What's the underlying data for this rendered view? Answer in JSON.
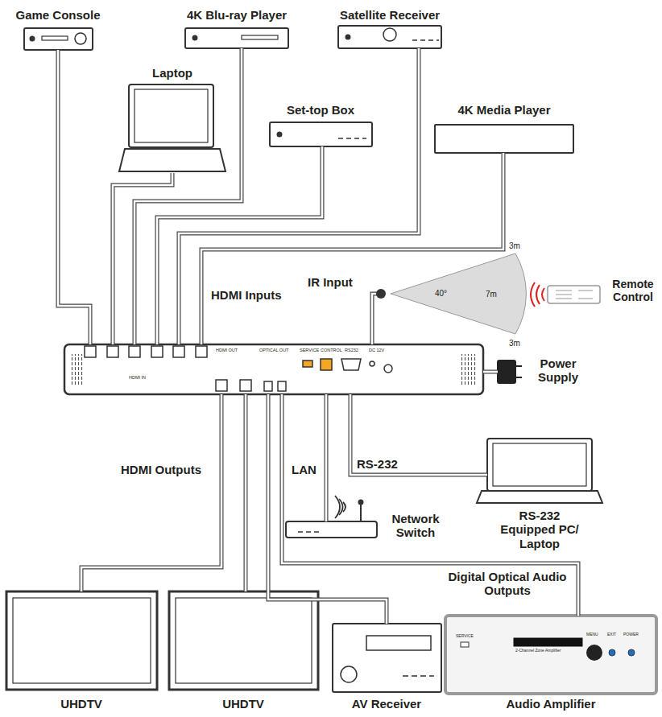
{
  "diagram": {
    "nodes": [
      {
        "text": [
          "Game Console"
        ]
      },
      {
        "text": [
          "4K Blu-ray Player"
        ]
      },
      {
        "text": [
          "Satellite Receiver"
        ]
      },
      {
        "text": [
          "Laptop"
        ]
      },
      {
        "text": [
          "Set-top Box"
        ]
      },
      {
        "text": [
          "4K Media Player"
        ]
      },
      {
        "text": [
          "HDMI IN",
          "HDMI OUT",
          "OPTICAL OUT",
          "SERVICE",
          "CONTROL",
          "RS232",
          "DC 12V"
        ]
      },
      {
        "text": [
          "Remote Control"
        ]
      },
      {
        "text": [
          "Power Supply"
        ]
      },
      {
        "text": [
          "RS-232 Equipped PC/ Laptop"
        ]
      },
      {
        "text": [
          "Network Switch"
        ]
      },
      {
        "text": [
          "UHDTV"
        ]
      },
      {
        "text": [
          "UHDTV"
        ]
      },
      {
        "text": [
          "AV Receiver"
        ]
      },
      {
        "text": [
          "Audio Amplifier",
          "SERVICE",
          "2-Channel Zone Amplifier",
          "MENU",
          "EXIT",
          "POWER"
        ]
      }
    ],
    "edges": [
      {
        "from": 0,
        "to": 6,
        "arrow": "none"
      },
      {
        "from": 1,
        "to": 6,
        "arrow": "none"
      },
      {
        "from": 2,
        "to": 6,
        "arrow": "none"
      },
      {
        "from": 3,
        "to": 6,
        "arrow": "none"
      },
      {
        "from": 4,
        "to": 6,
        "arrow": "none"
      },
      {
        "from": 5,
        "to": 6,
        "arrow": "none"
      },
      {
        "from": 6,
        "to": 8,
        "arrow": "none"
      },
      {
        "from": 6,
        "to": 9,
        "arrow": "none"
      },
      {
        "from": 6,
        "to": 10,
        "arrow": "none"
      },
      {
        "from": 6,
        "to": 11,
        "arrow": "none"
      },
      {
        "from": 6,
        "to": 12,
        "arrow": "none"
      },
      {
        "from": 6,
        "to": 13,
        "arrow": "none"
      },
      {
        "from": 6,
        "to": 14,
        "arrow": "none"
      }
    ],
    "labels": [
      "HDMI Inputs",
      "IR Input",
      "40°",
      "3m",
      "7m",
      "3m",
      "HDMI Outputs",
      "LAN",
      "RS-232",
      "Digital Optical Audio Outputs"
    ]
  }
}
